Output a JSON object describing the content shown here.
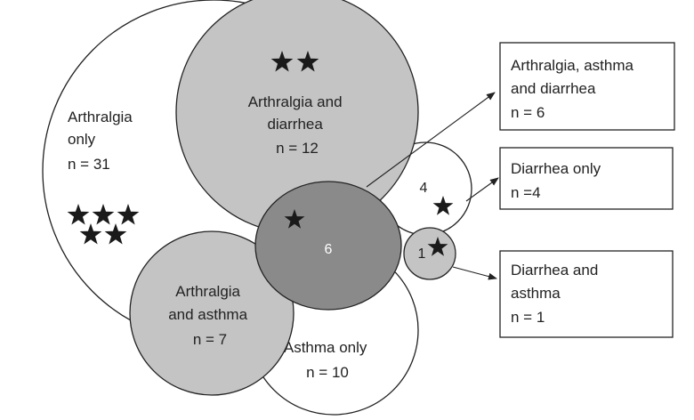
{
  "diagram": {
    "colors": {
      "white_fill": "#ffffff",
      "light_gray_fill": "#c4c4c4",
      "dark_gray_fill": "#8a8a8a",
      "stroke": "#222222",
      "star": "#1a1a1a",
      "center_text": "#ffffff"
    },
    "groups": {
      "arthralgia_only": {
        "lines": [
          "Arthralgia",
          "only",
          "n = 31"
        ],
        "stars": 5
      },
      "arthralgia_diarrhea": {
        "lines": [
          "Arthralgia and",
          "diarrhea",
          "n = 12"
        ],
        "stars": 2
      },
      "arthralgia_asthma": {
        "lines": [
          "Arthralgia",
          "and asthma",
          "n = 7"
        ],
        "stars": 0
      },
      "asthma_only": {
        "lines": [
          "Asthma only",
          "n = 10"
        ],
        "stars": 0
      },
      "all_three": {
        "number": "6",
        "stars": 1
      },
      "diarrhea_only": {
        "number": "4",
        "stars": 1
      },
      "diarrhea_asthma": {
        "number": "1",
        "stars": 1
      }
    },
    "callouts": {
      "all_three": {
        "lines": [
          "Arthralgia, asthma",
          "and diarrhea",
          "n = 6"
        ]
      },
      "diarrhea_only": {
        "lines": [
          "Diarrhea only",
          "n =4"
        ]
      },
      "diarrhea_asthma": {
        "lines": [
          "Diarrhea and",
          "asthma",
          "n = 1"
        ]
      }
    },
    "star_icon": "black-star-icon"
  }
}
